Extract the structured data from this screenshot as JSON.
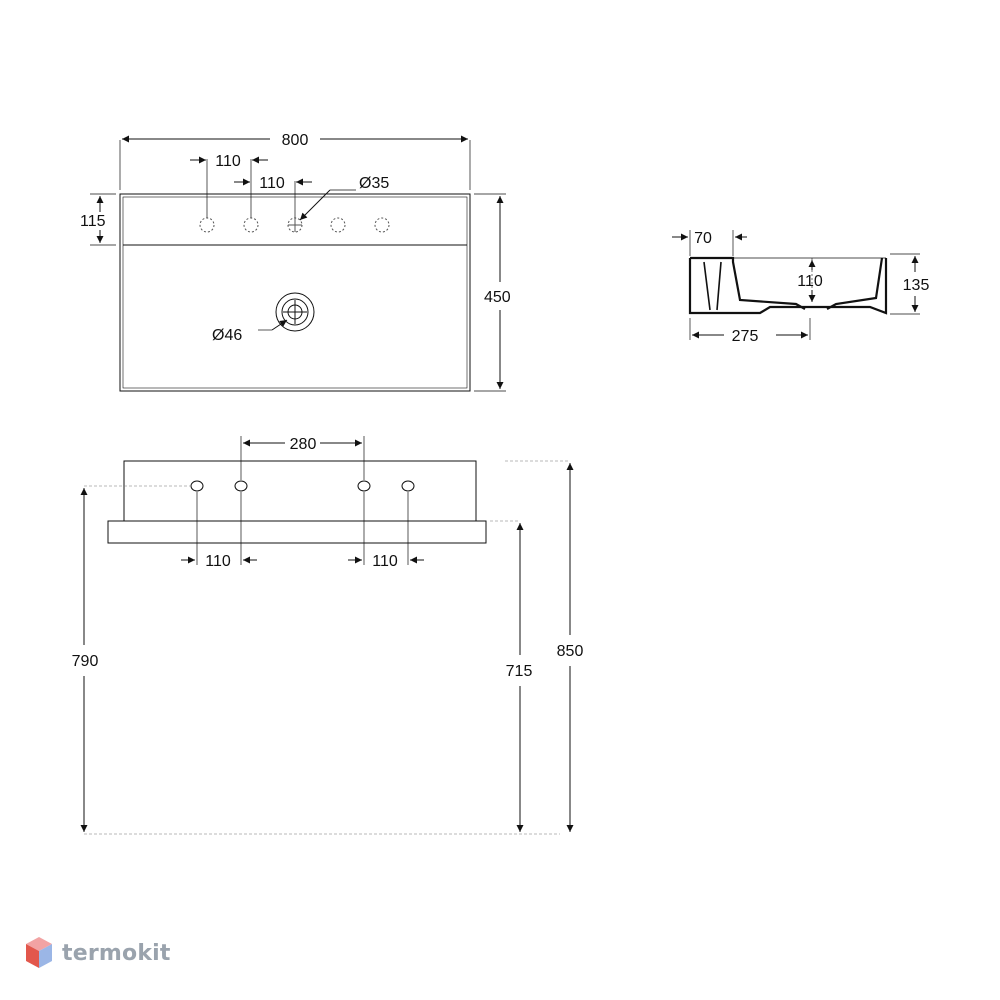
{
  "colors": {
    "line": "#111111",
    "dash": "#555555",
    "brand_text": "#9aa3ad",
    "brand_top": "#f2a3a3",
    "brand_left": "#e2574c",
    "brand_right": "#9bb6e6"
  },
  "top_view": {
    "width": "800",
    "depth": "450",
    "shelf_depth": "115",
    "hole_pitch_1": "110",
    "hole_pitch_2": "110",
    "tap_hole": "Ø35",
    "drain": "Ø46"
  },
  "section_view": {
    "wall": "70",
    "inner_depth": "110",
    "height": "135",
    "bowl": "275"
  },
  "front_view": {
    "span": "280",
    "left_pitch": "110",
    "right_pitch": "110",
    "tap_height": "790",
    "counter_height": "715",
    "total_height": "850"
  },
  "brand": {
    "name": "termokit",
    "logo_icon": "cube-icon"
  }
}
